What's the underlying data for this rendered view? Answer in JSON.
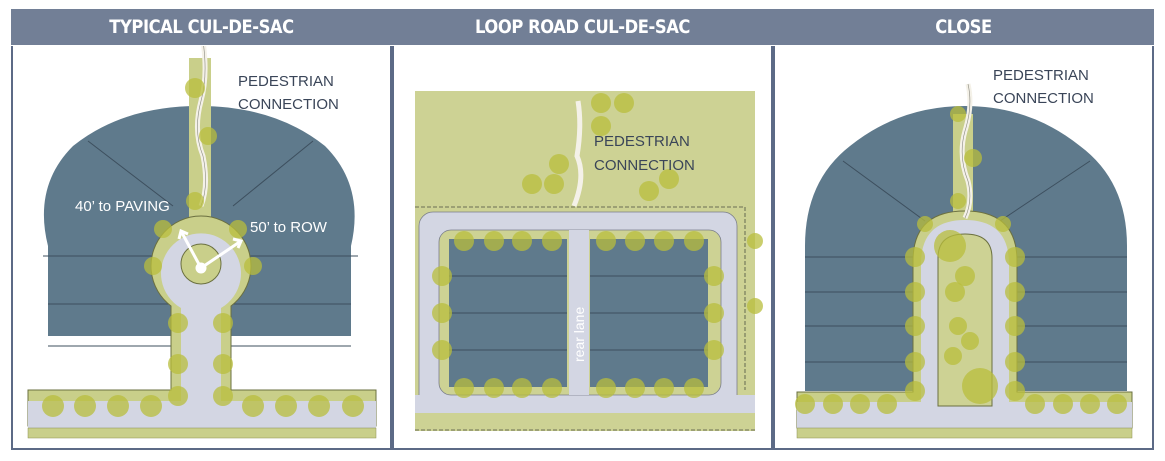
{
  "panels": [
    {
      "title": "TYPICAL CUL-DE-SAC",
      "labels": {
        "pedestrian_line1": "PEDESTRIAN",
        "pedestrian_line2": "CONNECTION",
        "paving": "40’ to PAVING",
        "row": "50’ to ROW"
      }
    },
    {
      "title": "LOOP ROAD CUL-DE-SAC",
      "labels": {
        "pedestrian_line1": "PEDESTRIAN",
        "pedestrian_line2": "CONNECTION",
        "rear_lane": "rear lane"
      }
    },
    {
      "title": "CLOSE",
      "labels": {
        "pedestrian_line1": "PEDESTRIAN",
        "pedestrian_line2": "CONNECTION"
      }
    }
  ],
  "colors": {
    "header": "#727f96",
    "border": "#5c6a86",
    "lot": "#5f7a8c",
    "road": "#d3d6e3",
    "green": "#c9cf8a",
    "tree": "#b8be3c",
    "text_dark": "#3a4558"
  }
}
